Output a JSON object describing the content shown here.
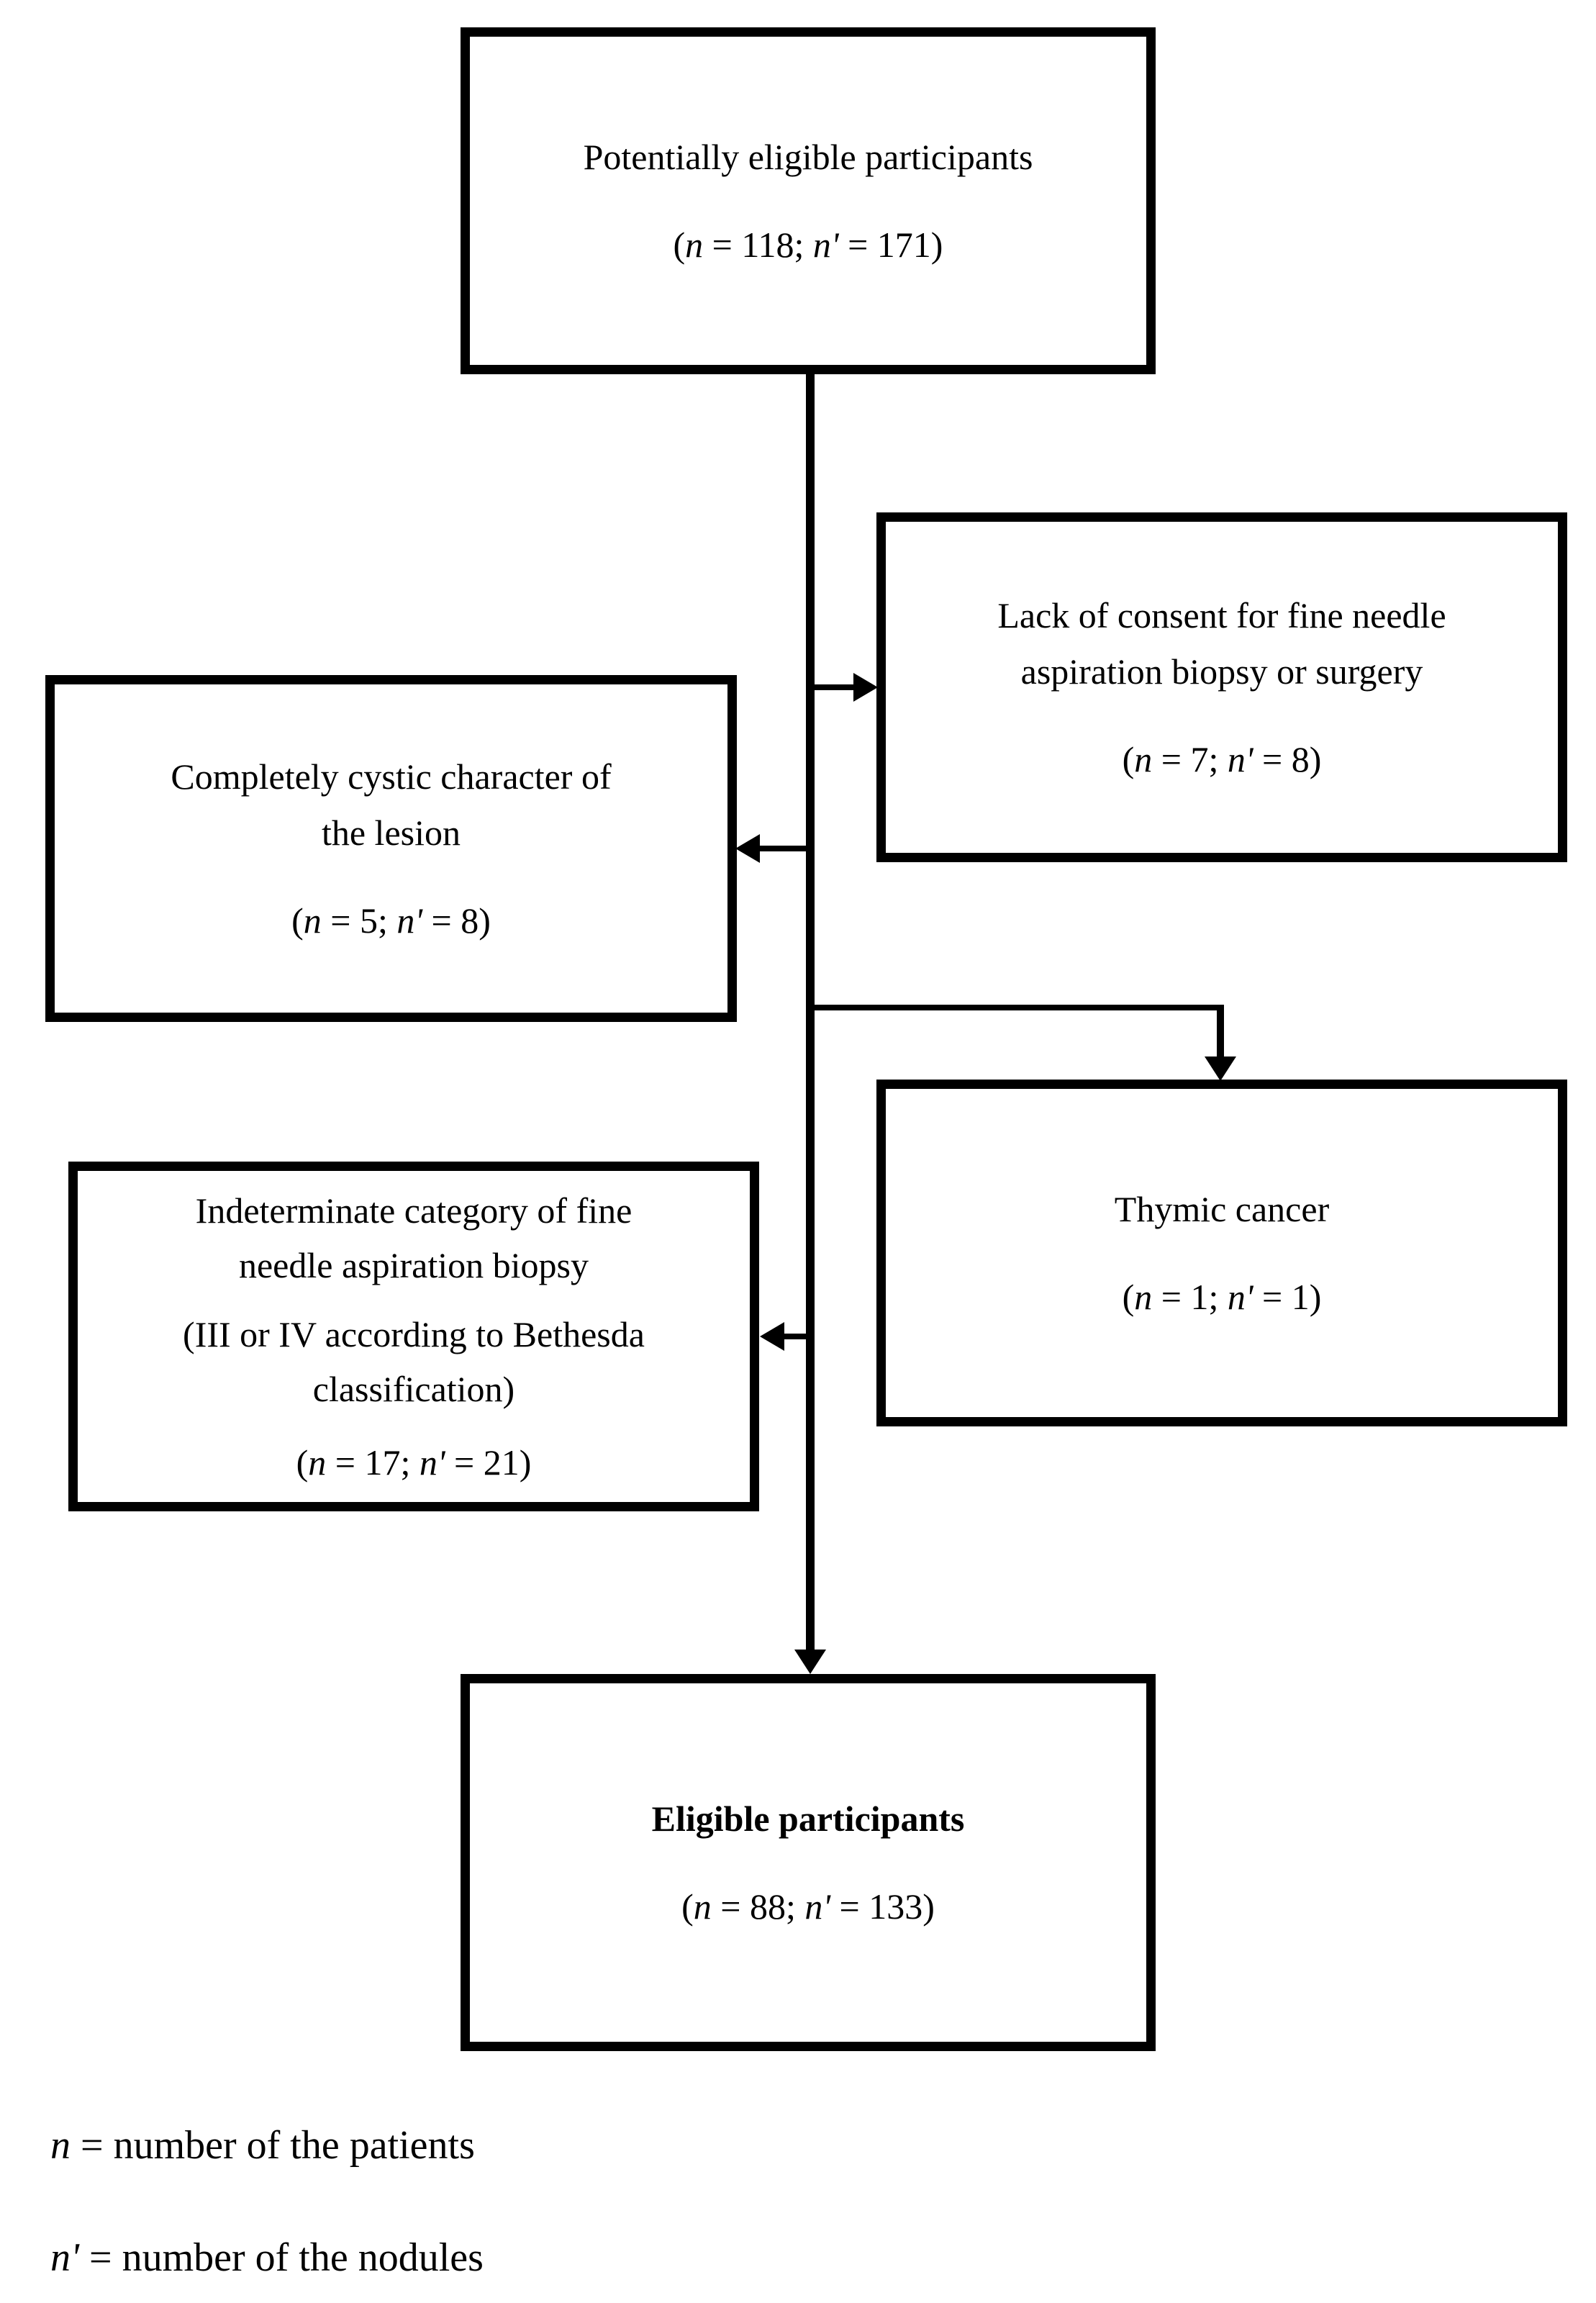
{
  "colors": {
    "background": "#ffffff",
    "border": "#000000",
    "text": "#000000"
  },
  "figure": {
    "boxes": [
      {
        "id": "potentially-eligible",
        "title_lines": [
          "Potentially eligible participants"
        ],
        "stat": [
          {
            "t": "(",
            "i": false
          },
          {
            "t": "n",
            "i": true
          },
          {
            "t": " = 118; ",
            "i": false
          },
          {
            "t": "n'",
            "i": true
          },
          {
            "t": " = 171)",
            "i": false
          }
        ]
      },
      {
        "id": "lack-of-consent",
        "title_lines": [
          "Lack of consent for fine needle",
          "aspiration biopsy or surgery"
        ],
        "stat": [
          {
            "t": "(",
            "i": false
          },
          {
            "t": "n",
            "i": true
          },
          {
            "t": " = 7; ",
            "i": false
          },
          {
            "t": "n'",
            "i": true
          },
          {
            "t": " = 8)",
            "i": false
          }
        ]
      },
      {
        "id": "completely-cystic",
        "title_lines": [
          "Completely cystic character of",
          "the lesion"
        ],
        "stat": [
          {
            "t": "(",
            "i": false
          },
          {
            "t": "n",
            "i": true
          },
          {
            "t": " = 5; ",
            "i": false
          },
          {
            "t": "n'",
            "i": true
          },
          {
            "t": " = 8)",
            "i": false
          }
        ]
      },
      {
        "id": "thymic-cancer",
        "title_lines": [
          "Thymic cancer"
        ],
        "stat": [
          {
            "t": "(",
            "i": false
          },
          {
            "t": "n",
            "i": true
          },
          {
            "t": " = 1; ",
            "i": false
          },
          {
            "t": "n'",
            "i": true
          },
          {
            "t": " = 1)",
            "i": false
          }
        ]
      },
      {
        "id": "indeterminate-fnab",
        "title_lines": [
          "Indeterminate category of fine",
          "needle aspiration biopsy"
        ],
        "sub_lines": [
          "(III or IV according to Bethesda",
          "classification)"
        ],
        "stat": [
          {
            "t": "(",
            "i": false
          },
          {
            "t": "n",
            "i": true
          },
          {
            "t": " = 17; ",
            "i": false
          },
          {
            "t": "n'",
            "i": true
          },
          {
            "t": " = 21)",
            "i": false
          }
        ]
      },
      {
        "id": "eligible",
        "title_lines": [
          "Eligible participants"
        ],
        "stat": [
          {
            "t": "(",
            "i": false
          },
          {
            "t": "n",
            "i": true
          },
          {
            "t": " = 88; ",
            "i": false
          },
          {
            "t": "n'",
            "i": true
          },
          {
            "t": " = 133)",
            "i": false
          }
        ]
      }
    ],
    "legend": [
      [
        {
          "t": "n",
          "i": true
        },
        {
          "t": " = number of the patients",
          "i": false
        }
      ],
      [
        {
          "t": "n'",
          "i": true
        },
        {
          "t": " = number of the nodules",
          "i": false
        }
      ]
    ]
  }
}
